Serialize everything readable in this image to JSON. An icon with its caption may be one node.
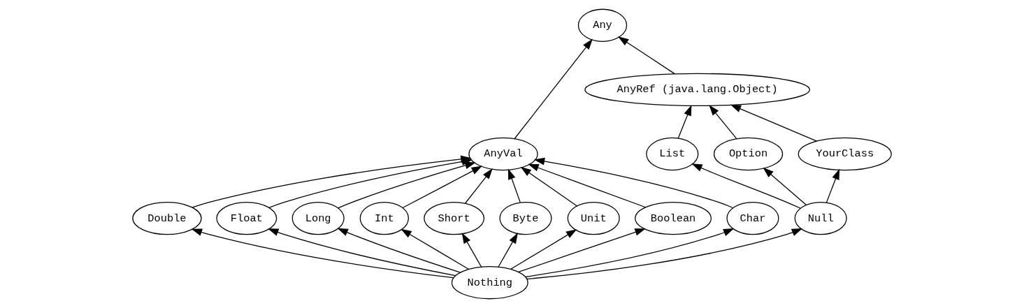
{
  "diagram": {
    "nodes": [
      {
        "text": [
          "Any"
        ]
      },
      {
        "text": [
          "AnyVal"
        ]
      },
      {
        "text": [
          "AnyRef (java.lang.Object)"
        ]
      },
      {
        "text": [
          "Double"
        ]
      },
      {
        "text": [
          "Float"
        ]
      },
      {
        "text": [
          "Long"
        ]
      },
      {
        "text": [
          "Int"
        ]
      },
      {
        "text": [
          "Short"
        ]
      },
      {
        "text": [
          "Byte"
        ]
      },
      {
        "text": [
          "Unit"
        ]
      },
      {
        "text": [
          "Boolean"
        ]
      },
      {
        "text": [
          "Char"
        ]
      },
      {
        "text": [
          "List"
        ]
      },
      {
        "text": [
          "Option"
        ]
      },
      {
        "text": [
          "YourClass"
        ]
      },
      {
        "text": [
          "Null"
        ]
      },
      {
        "text": [
          "Nothing"
        ]
      }
    ],
    "edges": [
      {
        "from": 1,
        "to": 0,
        "arrow": "to"
      },
      {
        "from": 2,
        "to": 0,
        "arrow": "to"
      },
      {
        "from": 3,
        "to": 1,
        "arrow": "to"
      },
      {
        "from": 4,
        "to": 1,
        "arrow": "to"
      },
      {
        "from": 5,
        "to": 1,
        "arrow": "to"
      },
      {
        "from": 6,
        "to": 1,
        "arrow": "to"
      },
      {
        "from": 7,
        "to": 1,
        "arrow": "to"
      },
      {
        "from": 8,
        "to": 1,
        "arrow": "to"
      },
      {
        "from": 9,
        "to": 1,
        "arrow": "to"
      },
      {
        "from": 10,
        "to": 1,
        "arrow": "to"
      },
      {
        "from": 11,
        "to": 1,
        "arrow": "to"
      },
      {
        "from": 12,
        "to": 2,
        "arrow": "to"
      },
      {
        "from": 13,
        "to": 2,
        "arrow": "to"
      },
      {
        "from": 14,
        "to": 2,
        "arrow": "to"
      },
      {
        "from": 15,
        "to": 12,
        "arrow": "to"
      },
      {
        "from": 15,
        "to": 13,
        "arrow": "to"
      },
      {
        "from": 15,
        "to": 14,
        "arrow": "to"
      },
      {
        "from": 16,
        "to": 3,
        "arrow": "to"
      },
      {
        "from": 16,
        "to": 4,
        "arrow": "to"
      },
      {
        "from": 16,
        "to": 5,
        "arrow": "to"
      },
      {
        "from": 16,
        "to": 6,
        "arrow": "to"
      },
      {
        "from": 16,
        "to": 7,
        "arrow": "to"
      },
      {
        "from": 16,
        "to": 8,
        "arrow": "to"
      },
      {
        "from": 16,
        "to": 9,
        "arrow": "to"
      },
      {
        "from": 16,
        "to": 10,
        "arrow": "to"
      },
      {
        "from": 16,
        "to": 11,
        "arrow": "to"
      },
      {
        "from": 16,
        "to": 15,
        "arrow": "to"
      }
    ]
  }
}
